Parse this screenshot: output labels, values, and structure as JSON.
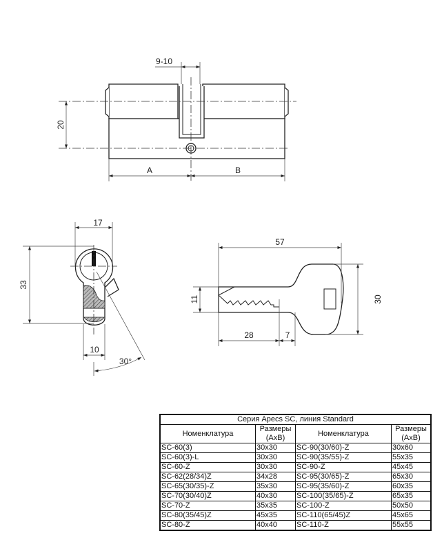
{
  "drawing_front": {
    "dim_cam": "9-10",
    "dim_height": "20",
    "dim_a": "A",
    "dim_b": "B"
  },
  "drawing_profile": {
    "dim_width": "17",
    "dim_height": "33",
    "dim_bottom": "10",
    "dim_angle": "30°"
  },
  "drawing_key": {
    "dim_length": "57",
    "dim_blade_height": "11",
    "dim_head_height": "30",
    "dim_blade": "28",
    "dim_shoulder": "7"
  },
  "table": {
    "title": "Серия Apecs SC, линия Standard",
    "headers": [
      "Номенклатура",
      "Размеры (AxB)",
      "Номенклатура",
      "Размеры (AxB)"
    ],
    "rows": [
      [
        "SC-60(3)",
        "30x30",
        "SC-90(30/60)-Z",
        "30x60"
      ],
      [
        "SC-60(3)-L",
        "30x30",
        "SC-90(35/55)-Z",
        "55x35"
      ],
      [
        "SC-60-Z",
        "30x30",
        "SC-90-Z",
        "45x45"
      ],
      [
        "SC-62(28/34)Z",
        "34x28",
        "SC-95(30/65)-Z",
        "65x30"
      ],
      [
        "SC-65(30/35)-Z",
        "35x30",
        "SC-95(35/60)-Z",
        "60x35"
      ],
      [
        "SC-70(30/40)Z",
        "40x30",
        "SC-100(35/65)-Z",
        "65x35"
      ],
      [
        "SC-70-Z",
        "35x35",
        "SC-100-Z",
        "50x50"
      ],
      [
        "SC-80(35/45)Z",
        "45x35",
        "SC-110(65/45)Z",
        "45x65"
      ],
      [
        "SC-80-Z",
        "40x40",
        "SC-110-Z",
        "55x55"
      ]
    ]
  }
}
